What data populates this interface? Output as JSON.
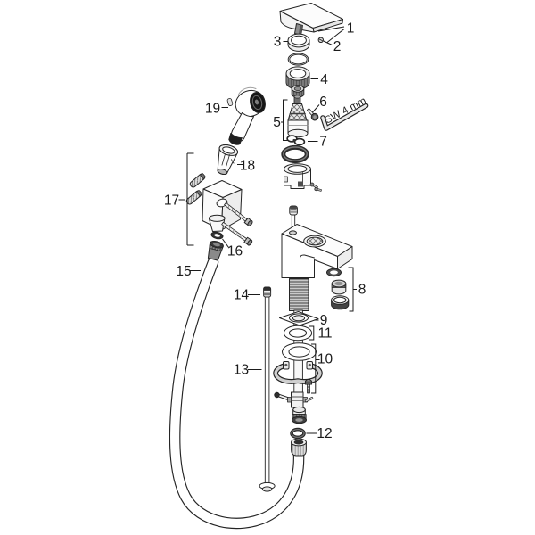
{
  "diagram": {
    "type": "exploded-parts-diagram",
    "callouts": [
      "1",
      "2",
      "3",
      "4",
      "5",
      "6",
      "7",
      "8",
      "9",
      "10",
      "11",
      "12",
      "13",
      "14",
      "15",
      "16",
      "17",
      "18",
      "19"
    ],
    "tool_label": "SW 4 mm",
    "colors": {
      "line": "#242424",
      "label_text": "#1b1b1b",
      "dark_fill": "#3c3c3c",
      "mid_gray": "#8c8c8c",
      "light_gray": "#ededed",
      "background": "#ffffff"
    }
  }
}
